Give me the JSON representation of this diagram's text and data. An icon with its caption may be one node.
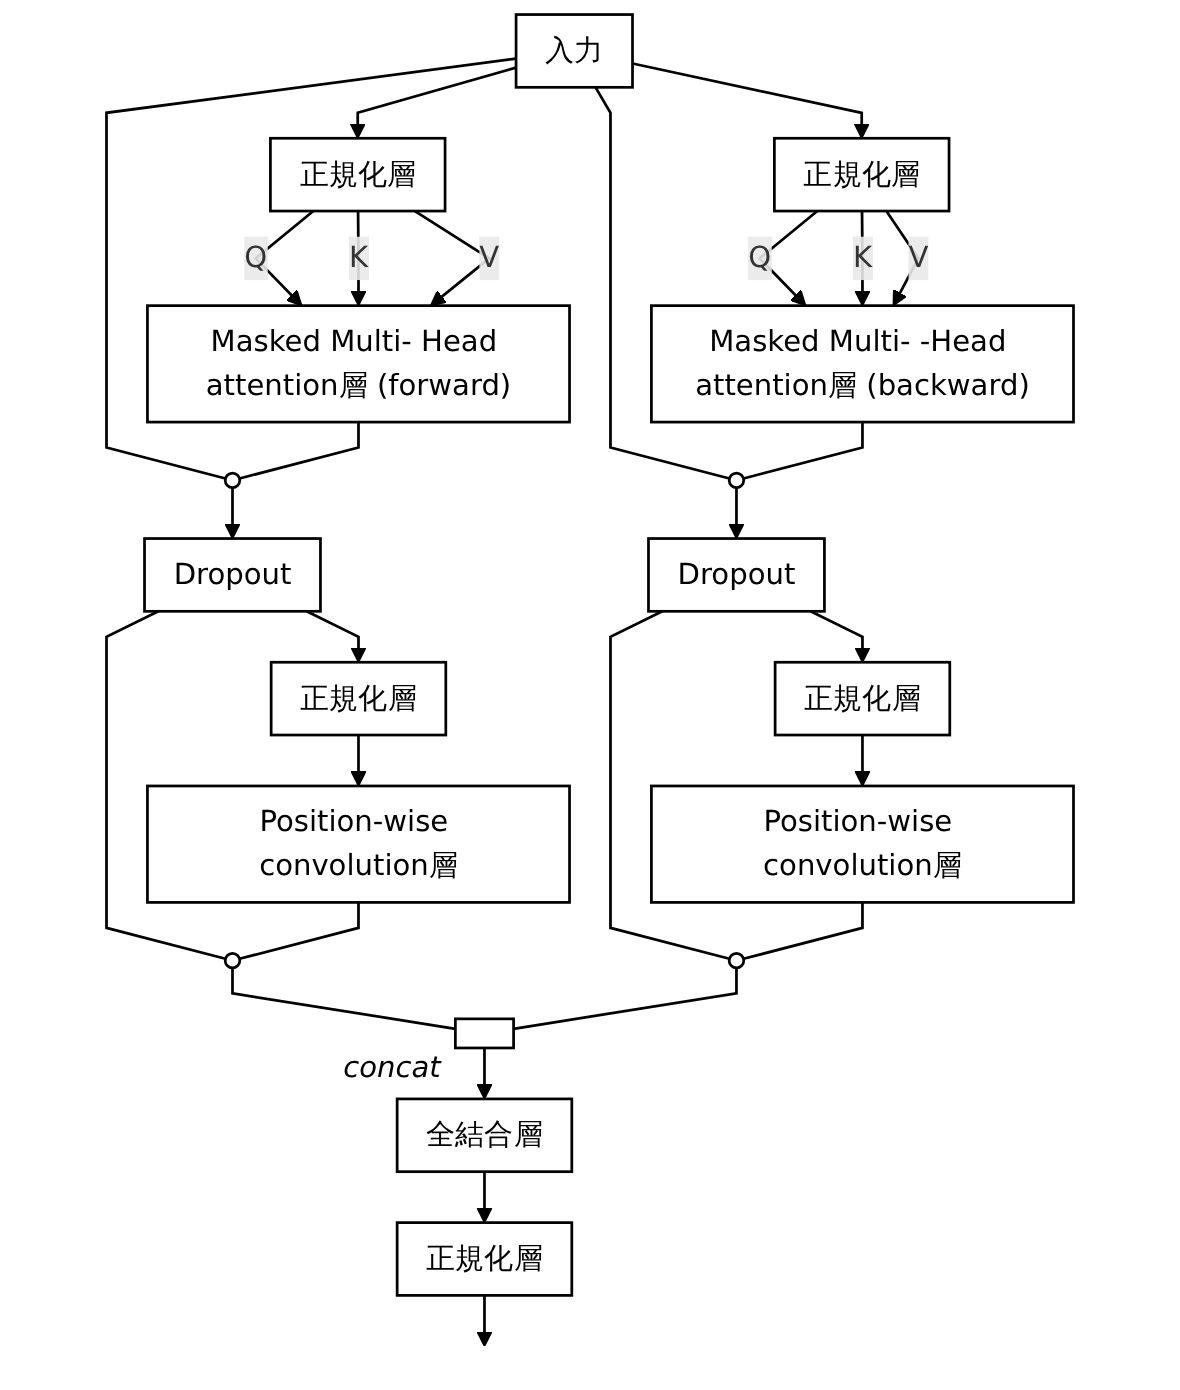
{
  "diagram": {
    "nodes": [
      {
        "text": [
          "入力"
        ]
      },
      {
        "text": [
          "正規化層"
        ]
      },
      {
        "text": [
          "Masked Multi- Head attention層 (forward)"
        ]
      },
      {
        "text": [],
        "shape": "circle"
      },
      {
        "text": [
          "Dropout"
        ]
      },
      {
        "text": [
          "正規化層"
        ]
      },
      {
        "text": [
          "Position-wise convolution層"
        ]
      },
      {
        "text": [],
        "shape": "circle"
      },
      {
        "text": [
          "正規化層"
        ]
      },
      {
        "text": [
          "Masked Multi- -Head attention層 (backward)"
        ]
      },
      {
        "text": [],
        "shape": "circle"
      },
      {
        "text": [
          "Dropout"
        ]
      },
      {
        "text": [
          "正規化層"
        ]
      },
      {
        "text": [
          "Position-wise convolution層"
        ]
      },
      {
        "text": [],
        "shape": "circle"
      },
      {
        "text": [],
        "shape": "box",
        "beside": [
          "concat"
        ]
      },
      {
        "text": [
          "全結合層"
        ]
      },
      {
        "text": [
          "正規化層"
        ]
      }
    ],
    "edges": [
      {
        "from": 0,
        "to": 1,
        "arrow": "to"
      },
      {
        "from": 0,
        "to": 8,
        "arrow": "to"
      },
      {
        "from": 0,
        "to": 3,
        "arrow": "none"
      },
      {
        "from": 1,
        "to": 2,
        "arrow": "to",
        "label": "Q"
      },
      {
        "from": 1,
        "to": 2,
        "arrow": "to",
        "label": "K"
      },
      {
        "from": 1,
        "to": 2,
        "arrow": "to",
        "label": "V"
      },
      {
        "from": 2,
        "to": 3,
        "arrow": "none"
      },
      {
        "from": 3,
        "to": 4,
        "arrow": "to"
      },
      {
        "from": 4,
        "to": 5,
        "arrow": "to"
      },
      {
        "from": 4,
        "to": 7,
        "arrow": "none"
      },
      {
        "from": 5,
        "to": 6,
        "arrow": "to"
      },
      {
        "from": 6,
        "to": 7,
        "arrow": "none"
      },
      {
        "from": 0,
        "to": 10,
        "arrow": "none"
      },
      {
        "from": 8,
        "to": 9,
        "arrow": "to",
        "label": "Q"
      },
      {
        "from": 8,
        "to": 9,
        "arrow": "to",
        "label": "K"
      },
      {
        "from": 8,
        "to": 9,
        "arrow": "to",
        "label": "V"
      },
      {
        "from": 9,
        "to": 10,
        "arrow": "none"
      },
      {
        "from": 10,
        "to": 11,
        "arrow": "to"
      },
      {
        "from": 11,
        "to": 12,
        "arrow": "to"
      },
      {
        "from": 11,
        "to": 14,
        "arrow": "none"
      },
      {
        "from": 12,
        "to": 13,
        "arrow": "to"
      },
      {
        "from": 13,
        "to": 14,
        "arrow": "none"
      },
      {
        "from": 7,
        "to": 15,
        "arrow": "none"
      },
      {
        "from": 14,
        "to": 15,
        "arrow": "none"
      },
      {
        "from": 15,
        "to": 16,
        "arrow": "to"
      },
      {
        "from": 16,
        "to": 17,
        "arrow": "to"
      },
      {
        "from": 17,
        "to": null,
        "arrow": "to"
      }
    ]
  }
}
